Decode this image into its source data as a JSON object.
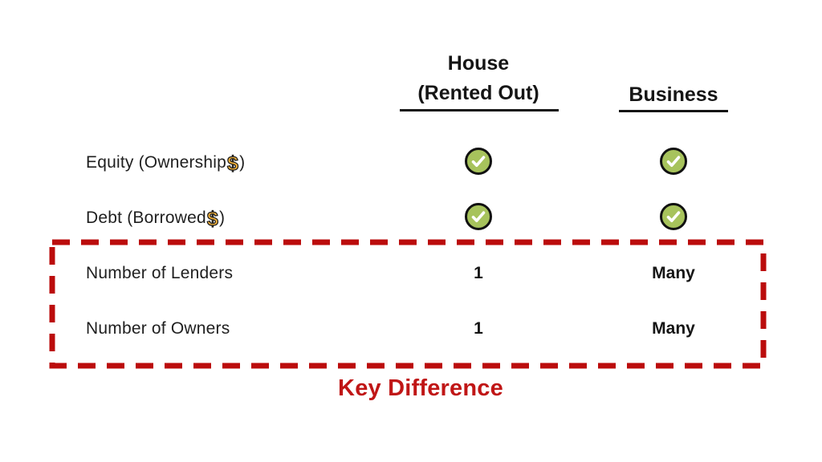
{
  "colors": {
    "background": "#ffffff",
    "text": "#1c1c1c",
    "check_fill_green": "#a7c35c",
    "check_ring_black": "#111111",
    "check_mark_white": "#ffffff",
    "dollar_gold": "#f3b33d",
    "highlight_dash_red": "#bb0c0c",
    "caption_red": "#c01616",
    "header_underline_black": "#151515"
  },
  "header": {
    "house_line1": "House",
    "house_line2": "(Rented Out)",
    "business": "Business"
  },
  "table": {
    "rows": [
      {
        "label_pre": "Equity (Ownership",
        "dollar_char": "$",
        "label_post": ")",
        "house": "check",
        "business": "check",
        "highlighted": false
      },
      {
        "label_pre": "Debt (Borrowed",
        "dollar_char": "$",
        "label_post": ")",
        "house": "check",
        "business": "check",
        "highlighted": false
      },
      {
        "label": "Number of Lenders",
        "house": "1",
        "business": "Many",
        "highlighted": true
      },
      {
        "label": "Number of Owners",
        "house": "1",
        "business": "Many",
        "highlighted": true
      }
    ]
  },
  "caption": {
    "key_difference": "Key Difference"
  }
}
